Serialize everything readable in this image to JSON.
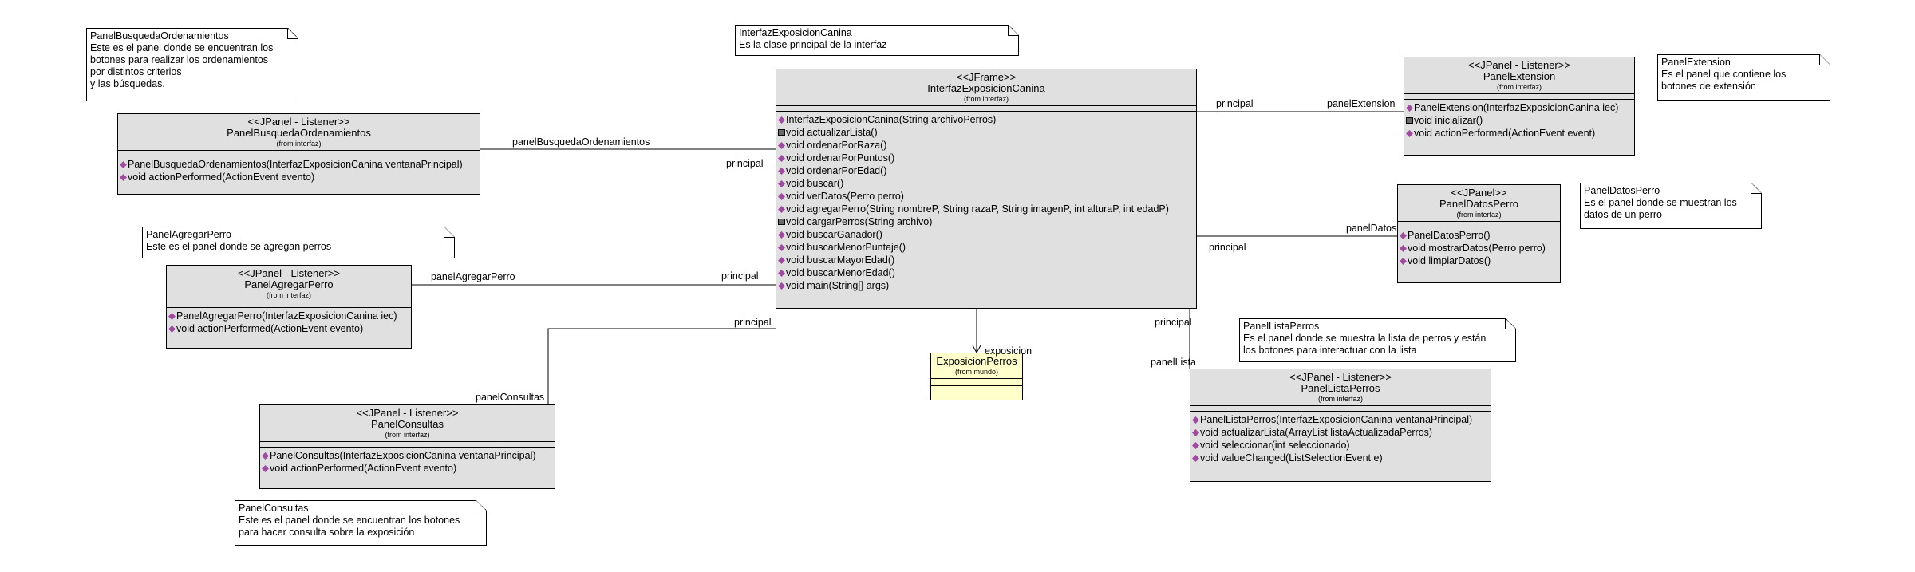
{
  "notes": {
    "busqueda": {
      "lines": [
        "PanelBusquedaOrdenamientos",
        "Este es el panel donde se encuentran los",
        "botones para realizar los ordenamientos",
        "por distintos criterios",
        " y las búsquedas."
      ]
    },
    "interfaz": {
      "lines": [
        "InterfazExposicionCanina",
        "Es la clase principal de la interfaz"
      ]
    },
    "extension": {
      "lines": [
        "PanelExtension",
        "Es el panel que contiene los",
        "botones de extensión"
      ]
    },
    "agregar": {
      "lines": [
        "PanelAgregarPerro",
        "Este es el panel donde se agregan perros"
      ]
    },
    "datos": {
      "lines": [
        "PanelDatosPerro",
        "Es el panel donde se muestran los",
        "datos de un perro"
      ]
    },
    "lista": {
      "lines": [
        "PanelListaPerros",
        "Es el panel donde se muestra la lista de perros y están",
        "los botones para interactuar con la lista"
      ]
    },
    "consultas": {
      "lines": [
        "PanelConsultas",
        "Este es el panel donde se encuentran los botones",
        "para hacer consulta sobre la exposición"
      ]
    }
  },
  "classes": {
    "interfaz": {
      "stereotype": "<<JFrame>>",
      "name": "InterfazExposicionCanina",
      "from": "(from interfaz)",
      "ops": [
        {
          "vis": "pub",
          "text": "InterfazExposicionCanina(String archivoPerros)"
        },
        {
          "vis": "prot",
          "text": "void actualizarLista()"
        },
        {
          "vis": "pub",
          "text": "void ordenarPorRaza()"
        },
        {
          "vis": "pub",
          "text": "void ordenarPorPuntos()"
        },
        {
          "vis": "pub",
          "text": "void ordenarPorEdad()"
        },
        {
          "vis": "pub",
          "text": "void buscar()"
        },
        {
          "vis": "pub",
          "text": "void verDatos(Perro perro)"
        },
        {
          "vis": "pub",
          "text": "void agregarPerro(String nombreP, String razaP, String imagenP, int alturaP, int edadP)"
        },
        {
          "vis": "prot",
          "text": "void cargarPerros(String archivo)"
        },
        {
          "vis": "pub",
          "text": "void buscarGanador()"
        },
        {
          "vis": "pub",
          "text": "void buscarMenorPuntaje()"
        },
        {
          "vis": "pub",
          "text": "void buscarMayorEdad()"
        },
        {
          "vis": "pub",
          "text": "void buscarMenorEdad()"
        },
        {
          "vis": "pub",
          "text": "void main(String[] args)"
        }
      ]
    },
    "busqueda": {
      "stereotype": "<<JPanel - Listener>>",
      "name": "PanelBusquedaOrdenamientos",
      "from": "(from interfaz)",
      "ops": [
        {
          "vis": "pub",
          "text": "PanelBusquedaOrdenamientos(InterfazExposicionCanina ventanaPrincipal)"
        },
        {
          "vis": "pub",
          "text": "void actionPerformed(ActionEvent evento)"
        }
      ]
    },
    "agregar": {
      "stereotype": "<<JPanel - Listener>>",
      "name": "PanelAgregarPerro",
      "from": "(from interfaz)",
      "ops": [
        {
          "vis": "pub",
          "text": "PanelAgregarPerro(InterfazExposicionCanina iec)"
        },
        {
          "vis": "pub",
          "text": "void actionPerformed(ActionEvent evento)"
        }
      ]
    },
    "consultas": {
      "stereotype": "<<JPanel - Listener>>",
      "name": "PanelConsultas",
      "from": "(from interfaz)",
      "ops": [
        {
          "vis": "pub",
          "text": "PanelConsultas(InterfazExposicionCanina ventanaPrincipal)"
        },
        {
          "vis": "pub",
          "text": "void actionPerformed(ActionEvent evento)"
        }
      ]
    },
    "extension": {
      "stereotype": "<<JPanel - Listener>>",
      "name": "PanelExtension",
      "from": "(from interfaz)",
      "ops": [
        {
          "vis": "pub",
          "text": "PanelExtension(InterfazExposicionCanina iec)"
        },
        {
          "vis": "prot",
          "text": "void inicializar()"
        },
        {
          "vis": "pub",
          "text": "void actionPerformed(ActionEvent event)"
        }
      ]
    },
    "datos": {
      "stereotype": "<<JPanel>>",
      "name": "PanelDatosPerro",
      "from": "(from interfaz)",
      "ops": [
        {
          "vis": "pub",
          "text": "PanelDatosPerro()"
        },
        {
          "vis": "pub",
          "text": "void mostrarDatos(Perro perro)"
        },
        {
          "vis": "pub",
          "text": "void limpiarDatos()"
        }
      ]
    },
    "lista": {
      "stereotype": "<<JPanel - Listener>>",
      "name": "PanelListaPerros",
      "from": "(from interfaz)",
      "ops": [
        {
          "vis": "pub",
          "text": "PanelListaPerros(InterfazExposicionCanina ventanaPrincipal)"
        },
        {
          "vis": "pub",
          "text": "void actualizarLista(ArrayList listaActualizadaPerros)"
        },
        {
          "vis": "pub",
          "text": "void seleccionar(int seleccionado)"
        },
        {
          "vis": "pub",
          "text": "void valueChanged(ListSelectionEvent e)"
        }
      ]
    },
    "exposicion": {
      "stereotype": "",
      "name": "ExposicionPerros",
      "from": "(from mundo)",
      "ops": []
    }
  },
  "roles": {
    "busqueda_role": "panelBusquedaOrdenamientos",
    "busqueda_principal": "principal",
    "agregar_role": "panelAgregarPerro",
    "agregar_principal": "principal",
    "consultas_role": "panelConsultas",
    "consultas_principal": "principal",
    "extension_role": "panelExtension",
    "extension_principal": "principal",
    "datos_role": "panelDatos",
    "datos_principal": "principal",
    "lista_role": "panelLista",
    "lista_principal": "principal",
    "exposicion_role": "exposicion"
  },
  "colors": {
    "class_fill": "#e0e0e0",
    "entity_fill": "#ffffcc",
    "public_icon": "#a04aa0"
  }
}
